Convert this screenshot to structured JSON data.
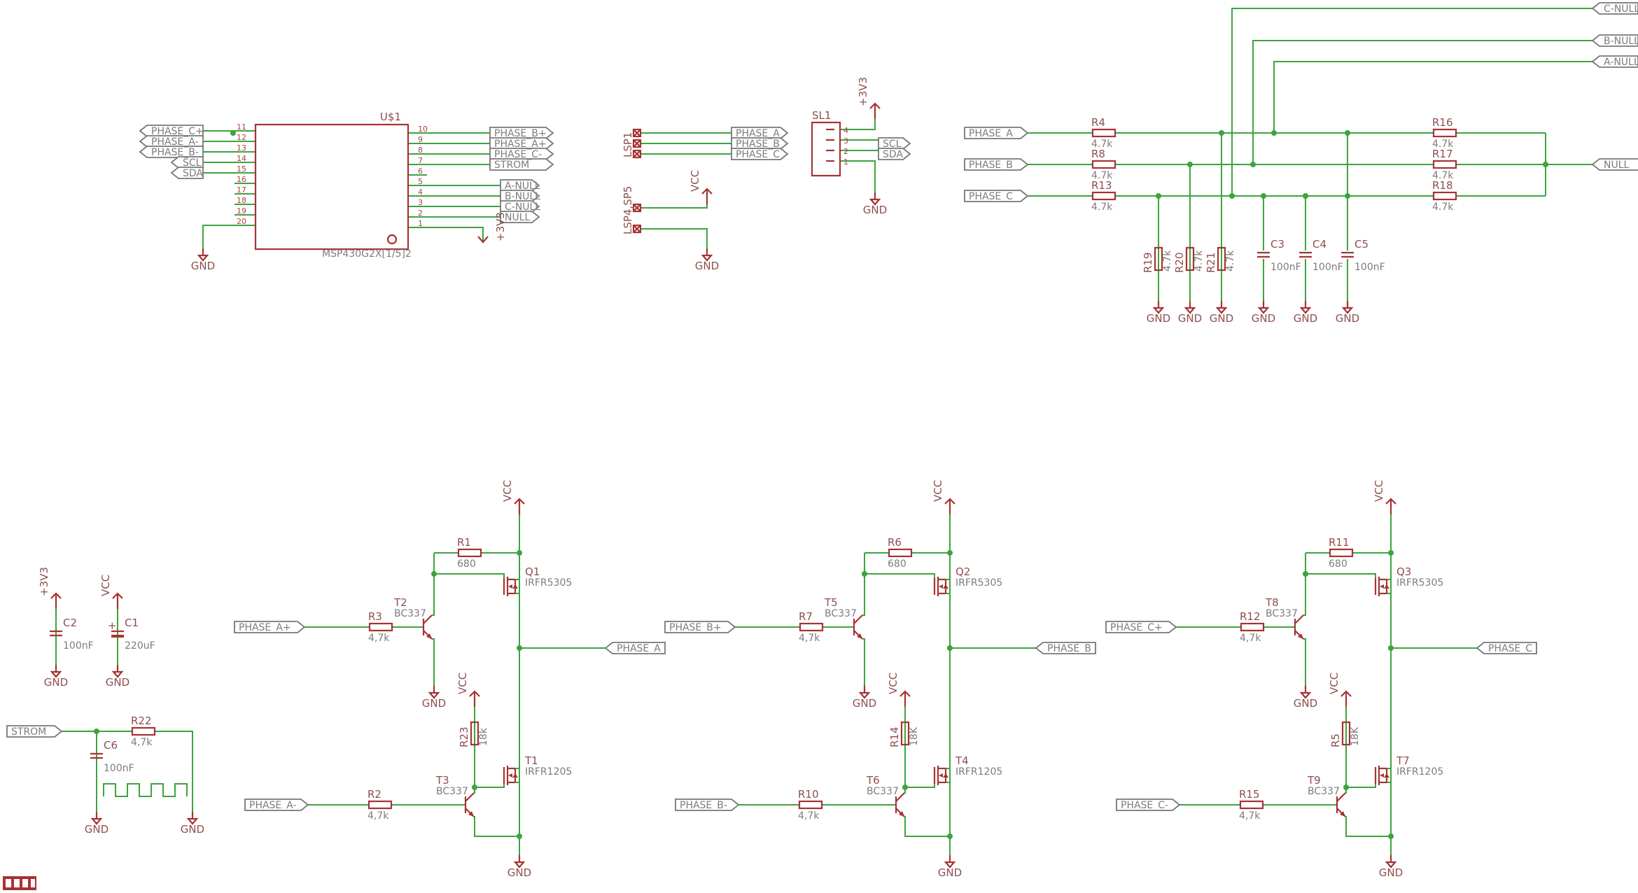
{
  "ic": {
    "name": "U$1",
    "value": "MSP430G2X[1/5]2",
    "left_pins": [
      {
        "num": "11",
        "net": "PHASE_C+"
      },
      {
        "num": "12",
        "net": "PHASE_A-"
      },
      {
        "num": "13",
        "net": "PHASE_B-"
      },
      {
        "num": "14",
        "net": "SCL"
      },
      {
        "num": "15",
        "net": "SDA"
      },
      {
        "num": "16",
        "net": ""
      },
      {
        "num": "17",
        "net": ""
      },
      {
        "num": "18",
        "net": ""
      },
      {
        "num": "19",
        "net": ""
      },
      {
        "num": "20",
        "net": "GND"
      }
    ],
    "right_pins": [
      {
        "num": "10",
        "net": "PHASE_B+"
      },
      {
        "num": "9",
        "net": "PHASE_A+"
      },
      {
        "num": "8",
        "net": "PHASE_C-"
      },
      {
        "num": "7",
        "net": "STROM"
      },
      {
        "num": "6",
        "net": ""
      },
      {
        "num": "5",
        "net": "A-NULL"
      },
      {
        "num": "4",
        "net": "B-NULL"
      },
      {
        "num": "3",
        "net": "C-NULL"
      },
      {
        "num": "2",
        "net": "NULL"
      },
      {
        "num": "1",
        "net": "+3V3"
      }
    ]
  },
  "connectors": {
    "lsp_a": "LSP1",
    "lsp_b": "LSP4,SP5",
    "sl1": {
      "name": "SL1",
      "pins": [
        "4",
        "3",
        "2",
        "1"
      ],
      "nets": [
        "+3V3",
        "SCL",
        "SDA",
        "GND"
      ]
    },
    "lsp_nets": [
      "PHASE_A",
      "PHASE_B",
      "PHASE_C"
    ]
  },
  "power": {
    "gnd": "GND",
    "vcc": "VCC",
    "v33": "+3V3"
  },
  "comparator": {
    "inputs": [
      "PHASE_A",
      "PHASE_B",
      "PHASE_C"
    ],
    "series": [
      {
        "name": "R4",
        "value": "4.7k"
      },
      {
        "name": "R8",
        "value": "4.7k"
      },
      {
        "name": "R13",
        "value": "4.7k"
      }
    ],
    "star": [
      {
        "name": "R16",
        "value": "4.7k"
      },
      {
        "name": "R17",
        "value": "4.7k"
      },
      {
        "name": "R18",
        "value": "4.7k"
      }
    ],
    "shunts": [
      {
        "name": "R19",
        "value": "4.7k"
      },
      {
        "name": "R20",
        "value": "4.7k"
      },
      {
        "name": "R21",
        "value": "4.7k"
      }
    ],
    "caps": [
      {
        "name": "C3",
        "value": "100nF"
      },
      {
        "name": "C4",
        "value": "100nF"
      },
      {
        "name": "C5",
        "value": "100nF"
      }
    ],
    "outputs": [
      "C-NULL",
      "B-NULL",
      "A-NULL",
      "NULL"
    ]
  },
  "decoupling": {
    "c2": {
      "name": "C2",
      "value": "100nF"
    },
    "c1": {
      "name": "C1",
      "value": "220uF"
    }
  },
  "current": {
    "port": "STROM",
    "r22": {
      "name": "R22",
      "value": "4,7k"
    },
    "c6": {
      "name": "C6",
      "value": "100nF"
    }
  },
  "bridges": [
    {
      "rtop": {
        "name": "R1",
        "value": "680"
      },
      "qtop": {
        "name": "Q1",
        "value": "IRFR5305"
      },
      "tpre": {
        "name": "T2",
        "value": "BC337"
      },
      "rb_top": {
        "name": "R3",
        "value": "4,7k"
      },
      "in_top": "PHASE_A+",
      "out": "PHASE_A",
      "rpull": {
        "name": "R23",
        "value": "18k"
      },
      "tlow_pre": {
        "name": "T3",
        "value": "BC337"
      },
      "qlow": {
        "name": "T1",
        "value": "IRFR1205"
      },
      "rb_low": {
        "name": "R2",
        "value": "4,7k"
      },
      "in_low": "PHASE_A-"
    },
    {
      "rtop": {
        "name": "R6",
        "value": "680"
      },
      "qtop": {
        "name": "Q2",
        "value": "IRFR5305"
      },
      "tpre": {
        "name": "T5",
        "value": "BC337"
      },
      "rb_top": {
        "name": "R7",
        "value": "4,7k"
      },
      "in_top": "PHASE_B+",
      "out": "PHASE_B",
      "rpull": {
        "name": "R14",
        "value": "18K"
      },
      "tlow_pre": {
        "name": "T6",
        "value": "BC337"
      },
      "qlow": {
        "name": "T4",
        "value": "IRFR1205"
      },
      "rb_low": {
        "name": "R10",
        "value": "4,7k"
      },
      "in_low": "PHASE_B-"
    },
    {
      "rtop": {
        "name": "R11",
        "value": "680"
      },
      "qtop": {
        "name": "Q3",
        "value": "IRFR5305"
      },
      "tpre": {
        "name": "T8",
        "value": "BC337"
      },
      "rb_top": {
        "name": "R12",
        "value": "4,7k"
      },
      "in_top": "PHASE_C+",
      "out": "PHASE_C",
      "rpull": {
        "name": "R5",
        "value": "18K"
      },
      "tlow_pre": {
        "name": "T9",
        "value": "BC337"
      },
      "qlow": {
        "name": "T7",
        "value": "IRFR1205"
      },
      "rb_low": {
        "name": "R15",
        "value": "4,7k"
      },
      "in_low": "PHASE_C-"
    }
  ]
}
